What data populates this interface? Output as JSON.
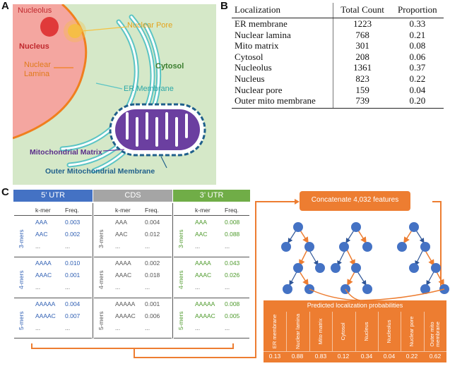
{
  "panel_a": {
    "letter": "A",
    "labels": {
      "nucleolus": "Nucleolus",
      "nucleus": "Nucleus",
      "nuclear_lamina_1": "Nuclear",
      "nuclear_lamina_2": "Lamina",
      "nuclear_pore": "Nuclear Pore",
      "cytosol": "Cytosol",
      "er_membrane": "ER Membrane",
      "mito_matrix": "Mitochondrial Matrix",
      "outer_mito": "Outer Mitochondrial Membrane"
    },
    "colors": {
      "cytosol_bg": "#d5e8c8",
      "nucleus": "#f4a6a0",
      "nucleolus": "#e03a3a",
      "lamina": "#f07f1e",
      "pore": "#f5c141",
      "er": "#5bc4c4",
      "mito_fill": "#6b3fa0",
      "mito_membrane": "#1f5f8b"
    }
  },
  "panel_b": {
    "letter": "B",
    "headers": [
      "Localization",
      "Total Count",
      "Proportion"
    ],
    "rows": [
      [
        "ER membrane",
        "1223",
        "0.33"
      ],
      [
        "Nuclear lamina",
        "768",
        "0.21"
      ],
      [
        "Mito matrix",
        "301",
        "0.08"
      ],
      [
        "Cytosol",
        "208",
        "0.06"
      ],
      [
        "Nucleolus",
        "1361",
        "0.37"
      ],
      [
        "Nucleus",
        "823",
        "0.22"
      ],
      [
        "Nuclear pore",
        "159",
        "0.04"
      ],
      [
        "Outer mito membrane",
        "739",
        "0.20"
      ]
    ]
  },
  "panel_c": {
    "letter": "C",
    "regions": [
      {
        "name": "5’ UTR",
        "color": "#4472c4",
        "text_color": "#2f5fb3",
        "blocks": [
          {
            "label": "3-mers",
            "kmers": [
              "AAA",
              "AAC",
              "..."
            ],
            "freqs": [
              "0.003",
              "0.002",
              "..."
            ]
          },
          {
            "label": "4-mers",
            "kmers": [
              "AAAA",
              "AAAC",
              "..."
            ],
            "freqs": [
              "0.010",
              "0.001",
              "..."
            ]
          },
          {
            "label": "5-mers",
            "kmers": [
              "AAAAA",
              "AAAAC",
              "..."
            ],
            "freqs": [
              "0.004",
              "0.007",
              "..."
            ]
          }
        ]
      },
      {
        "name": "CDS",
        "color": "#a5a5a5",
        "text_color": "#555555",
        "blocks": [
          {
            "label": "3-mers",
            "kmers": [
              "AAA",
              "AAC",
              "..."
            ],
            "freqs": [
              "0.004",
              "0.012",
              "..."
            ]
          },
          {
            "label": "4-mers",
            "kmers": [
              "AAAA",
              "AAAC",
              "..."
            ],
            "freqs": [
              "0.002",
              "0.018",
              "..."
            ]
          },
          {
            "label": "5-mers",
            "kmers": [
              "AAAAA",
              "AAAAC",
              "..."
            ],
            "freqs": [
              "0.001",
              "0.006",
              "..."
            ]
          }
        ]
      },
      {
        "name": "3’ UTR",
        "color": "#70ad47",
        "text_color": "#4e9a2c",
        "blocks": [
          {
            "label": "3-mers",
            "kmers": [
              "AAA",
              "AAC",
              "..."
            ],
            "freqs": [
              "0.008",
              "0.088",
              "..."
            ]
          },
          {
            "label": "4-mers",
            "kmers": [
              "AAAA",
              "AAAC",
              "..."
            ],
            "freqs": [
              "0.043",
              "0.026",
              "..."
            ]
          },
          {
            "label": "5-mers",
            "kmers": [
              "AAAAA",
              "AAAAC",
              "..."
            ],
            "freqs": [
              "0.008",
              "0.005",
              "..."
            ]
          }
        ]
      }
    ],
    "kmer_header": "k-mer",
    "freq_header": "Freq.",
    "concat_label": "Concatenate 4,032 features",
    "prob_title": "Predicted localization probabilities",
    "prob_labels": [
      "ER membrane",
      "Nuclear lamina",
      "Mito matrix",
      "Cytosol",
      "Nucleus",
      "Nucleolus",
      "Nuclear pore",
      "Outer mito membrane"
    ],
    "prob_values": [
      "0.13",
      "0.88",
      "0.83",
      "0.12",
      "0.34",
      "0.04",
      "0.22",
      "0.62"
    ],
    "colors": {
      "orange": "#ed7d31",
      "tree_node": "#4472c4",
      "tree_edge": "#2e5597"
    }
  }
}
